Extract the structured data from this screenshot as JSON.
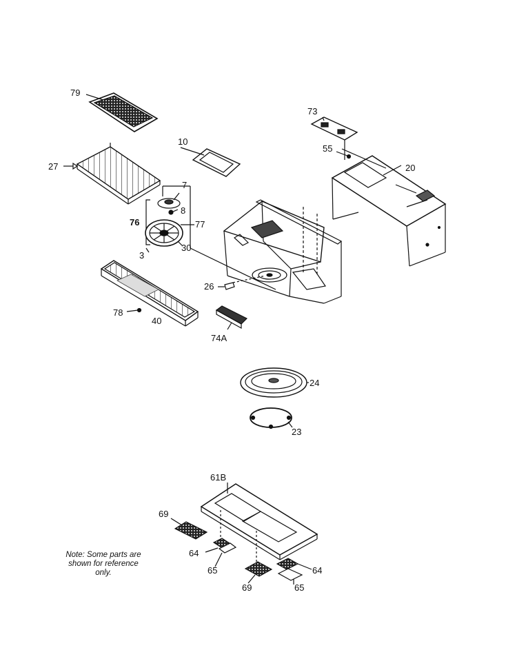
{
  "labels": {
    "p79": "79",
    "p27": "27",
    "p10": "10",
    "p7": "7",
    "p8": "8",
    "p76": "76",
    "p77": "77",
    "p3": "3",
    "p30": "30",
    "p26": "26",
    "p73": "73",
    "p55": "55",
    "p20": "20",
    "p78": "78",
    "p40": "40",
    "p74a": "74A",
    "p24": "24",
    "p23": "23",
    "p61b": "61B",
    "p69a": "69",
    "p64a": "64",
    "p65a": "65",
    "p69b": "69",
    "p64b": "64",
    "p65b": "65"
  },
  "note": {
    "line1": "Note: Some parts are",
    "line2": "shown for reference",
    "line3": "only."
  }
}
